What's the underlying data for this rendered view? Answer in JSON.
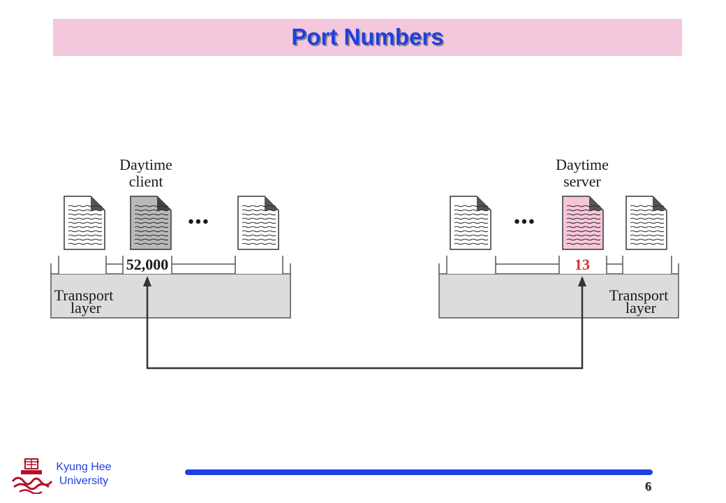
{
  "slide": {
    "title": "Port Numbers",
    "page_number": "6"
  },
  "footer": {
    "university": "Kyung Hee\nUniversity"
  },
  "diagram": {
    "client": {
      "caption_line1": "Daytime",
      "caption_line2": "client",
      "port": "52,000",
      "layer_line1": "Transport",
      "layer_line2": "layer"
    },
    "server": {
      "caption_line1": "Daytime",
      "caption_line2": "server",
      "port": "13",
      "layer_line1": "Transport",
      "layer_line2": "layer"
    },
    "ellipsis": "•••"
  },
  "colors": {
    "title_bar": "#f3c8dc",
    "title_text": "#1f3fe0",
    "server_port": "#e03030",
    "server_doc": "#f7c6da",
    "client_doc": "#b9b9b9",
    "layer_fill": "#dcdcdc",
    "footer_bar": "#1f3fe0"
  }
}
